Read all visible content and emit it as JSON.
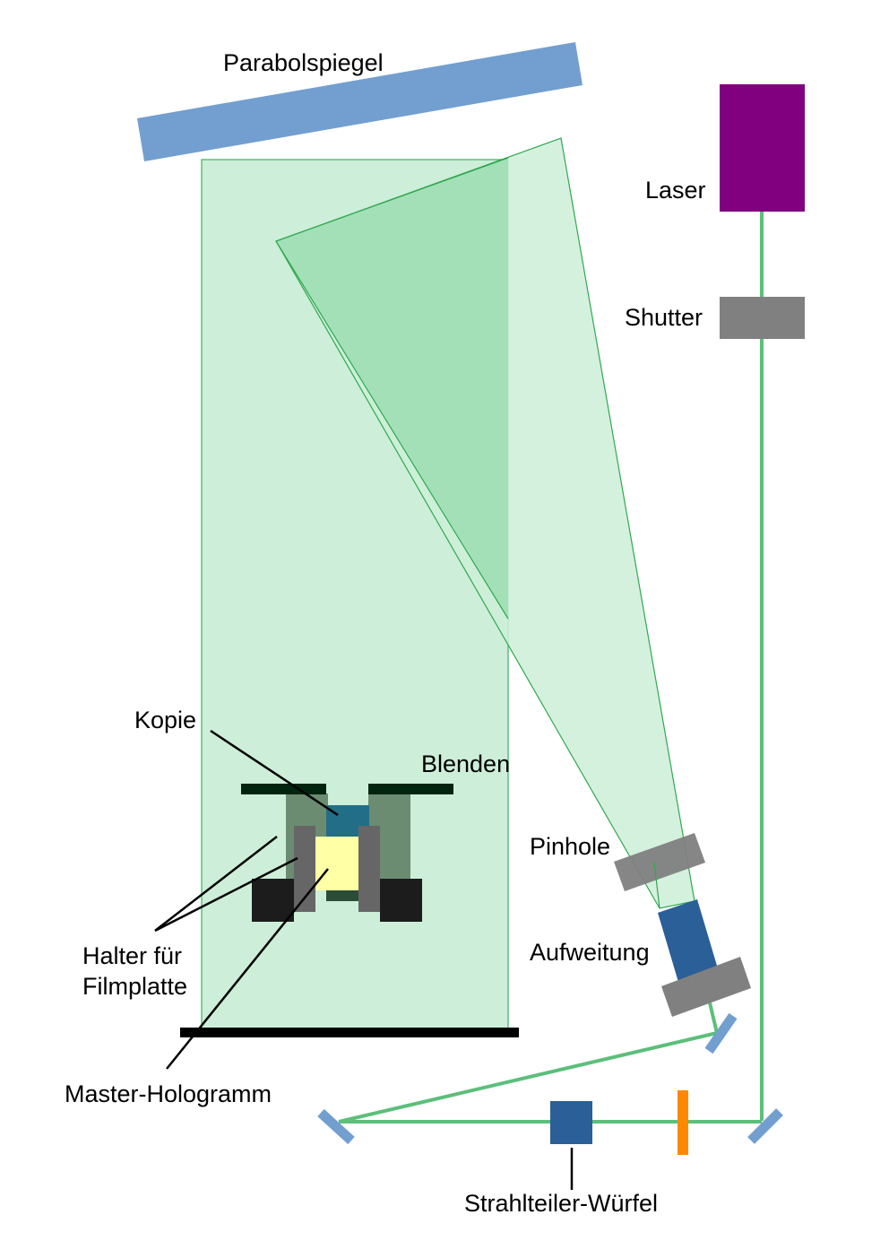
{
  "title": "Holografie-Kopieraufbau",
  "colors": {
    "beam": "#5cbf7a",
    "beam_fill": "#cdeed8",
    "beam_fill_dark": "#a3e0b8",
    "mirror": "#729fcf",
    "laser": "#800080",
    "gray": "#808080",
    "cube": "#2a5f98",
    "filter": "#ff8800",
    "master": "#ffffa6",
    "copy": "#236e87",
    "holder_light": "#6b8c71",
    "holder_dark": "#666666",
    "blende": "#00250f",
    "base": "#000000"
  },
  "labels": {
    "parabolic_mirror": "Parabolspiegel",
    "laser": "Laser",
    "shutter": "Shutter",
    "copy": "Kopie",
    "apertures": "Blenden",
    "pinhole": "Pinhole",
    "expander": "Aufweitung",
    "holder_line1": "Halter für",
    "holder_line2": "Filmplatte",
    "master_hologram": "Master-Hologramm",
    "beam_splitter": "Strahlteiler-Würfel"
  }
}
